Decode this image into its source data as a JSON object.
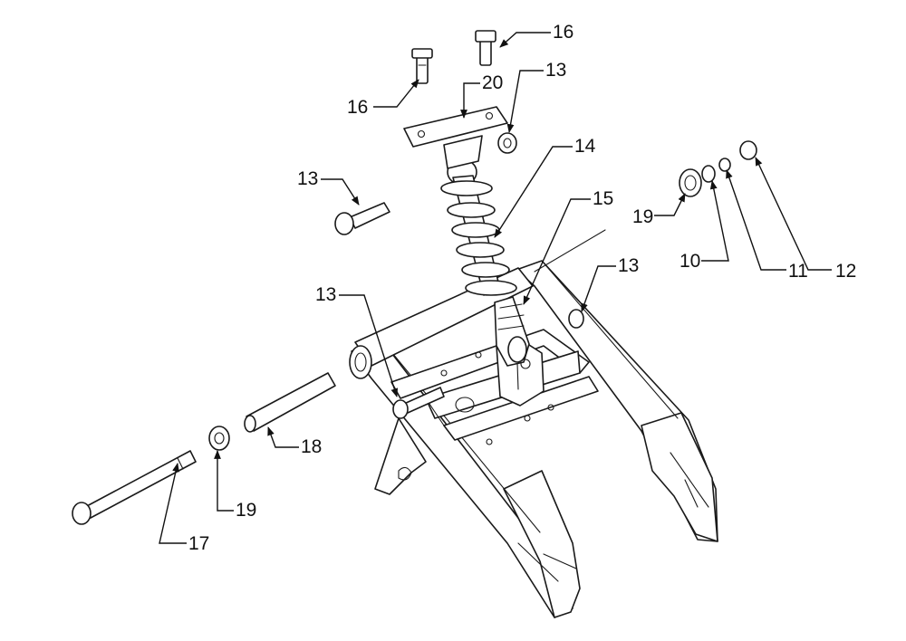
{
  "callouts": {
    "c16_top": "16",
    "c16_left": "16",
    "c20": "20",
    "c13_top": "13",
    "c14": "14",
    "c15": "15",
    "c13_left": "13",
    "c19_right": "19",
    "c10": "10",
    "c11": "11",
    "c12": "12",
    "c13_right": "13",
    "c13_mid": "13",
    "c18": "18",
    "c19_left": "19",
    "c17": "17"
  },
  "colors": {
    "ink": "#1a1a1a",
    "background": "#ffffff"
  }
}
